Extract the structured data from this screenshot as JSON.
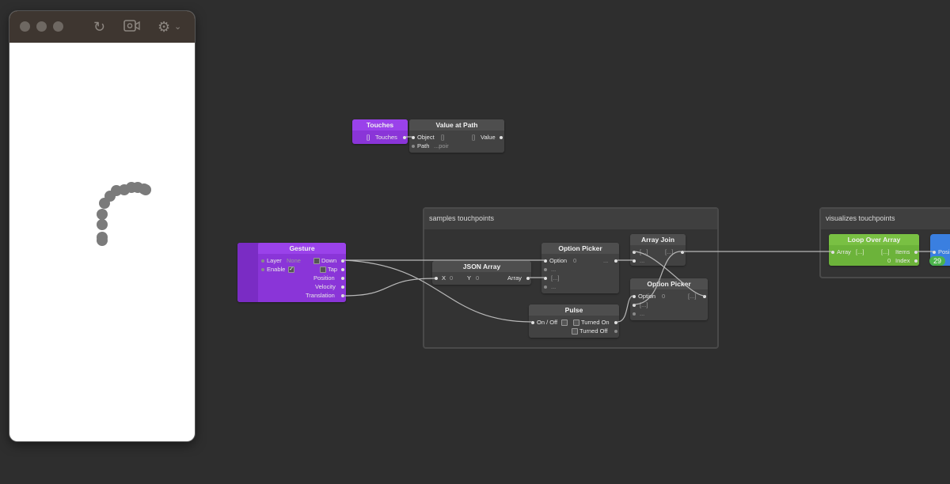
{
  "preview": {
    "icons": [
      "refresh-icon",
      "record-icon",
      "gear-icon",
      "chevron-down-icon"
    ]
  },
  "nodes": {
    "touches": {
      "title": "Touches",
      "out_value": "[]",
      "out_label": "Touches"
    },
    "value_at_path": {
      "title": "Value at Path",
      "object_label": "Object",
      "object_value": "[]",
      "path_label": "Path",
      "path_value": "...poir",
      "value_type": "[]",
      "value_label": "Value"
    },
    "gesture": {
      "title": "Gesture",
      "layer_label": "Layer",
      "layer_value": "None",
      "enable_label": "Enable",
      "down_label": "Down",
      "tap_label": "Tap",
      "position_label": "Position",
      "velocity_label": "Velocity",
      "translation_label": "Translation"
    },
    "json_array": {
      "title": "JSON Array",
      "x_label": "X",
      "x_value": "0",
      "y_label": "Y",
      "y_value": "0",
      "array_label": "Array"
    },
    "option_picker_1": {
      "title": "Option Picker",
      "option_label": "Option",
      "option_value": "0",
      "out_value": "...",
      "in1": "...",
      "in2": "[...]",
      "in3": "..."
    },
    "array_join": {
      "title": "Array Join",
      "in1": "[...]",
      "in2": "...",
      "out": "[...]"
    },
    "option_picker_2": {
      "title": "Option Picker",
      "option_label": "Option",
      "option_value": "0",
      "out": "[...]",
      "in1": "[...]",
      "in2": "..."
    },
    "pulse": {
      "title": "Pulse",
      "onoff_label": "On / Off",
      "turned_on": "Turned On",
      "turned_off": "Turned Off"
    },
    "loop_over_array": {
      "title": "Loop Over Array",
      "array_label": "Array",
      "array_value": "[...]",
      "items_value": "[...]",
      "items_label": "Items",
      "index_value": "0",
      "index_label": "Index"
    },
    "blue_node": {
      "partial_label": "Posi",
      "badge": "29"
    }
  },
  "groups": {
    "samples": {
      "title": "samples touchpoints"
    },
    "visualizes": {
      "title": "visualizes touchpoints"
    }
  },
  "colors": {
    "canvas": "#2e2e2e",
    "purple": "#9a42ea",
    "green": "#79c043",
    "blue": "#3a7fe0"
  }
}
